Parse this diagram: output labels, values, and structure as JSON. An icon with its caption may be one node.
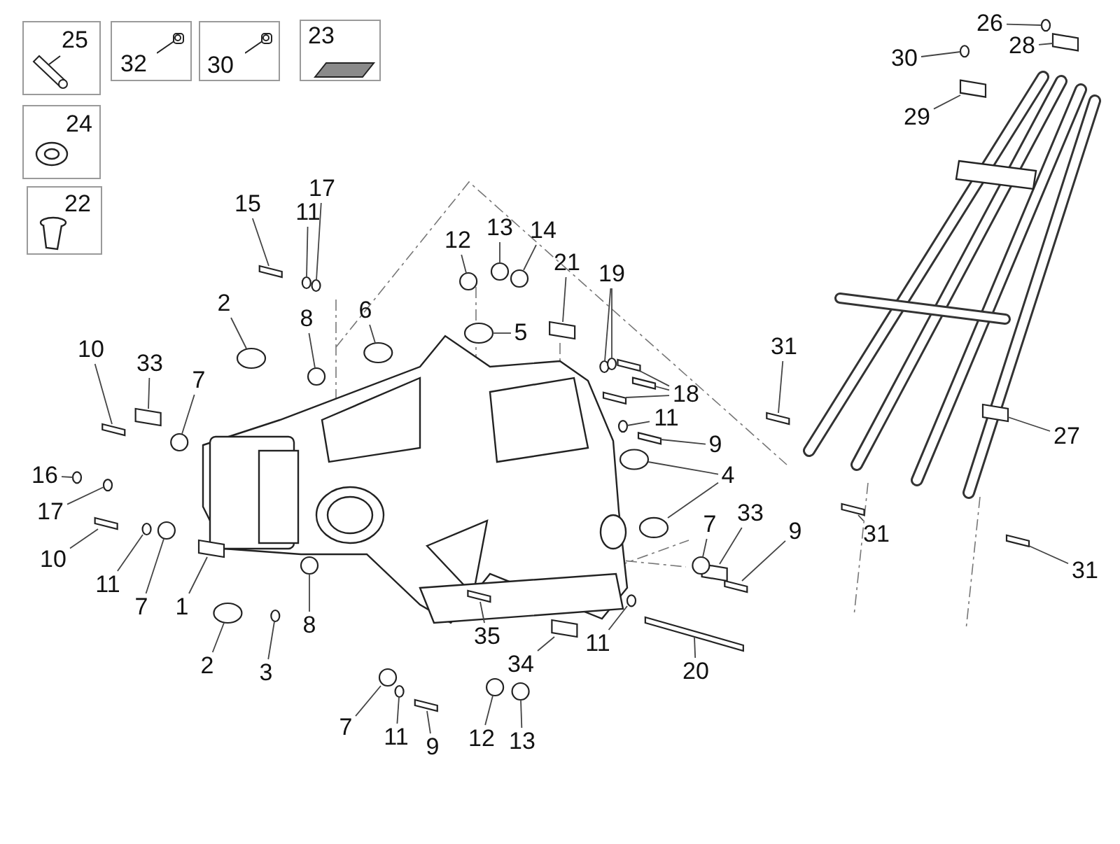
{
  "diagram": {
    "nodes": [
      {
        "text": [
          "25"
        ]
      },
      {
        "text": [
          "32"
        ]
      },
      {
        "text": [
          "30"
        ]
      },
      {
        "text": [
          "23"
        ]
      },
      {
        "text": [
          "24"
        ]
      },
      {
        "text": [
          "22"
        ]
      },
      {
        "text": [
          "26"
        ]
      },
      {
        "text": [
          "28"
        ]
      },
      {
        "text": [
          "30"
        ]
      },
      {
        "text": [
          "29"
        ]
      },
      {
        "text": [
          "17"
        ]
      },
      {
        "text": [
          "15"
        ]
      },
      {
        "text": [
          "11"
        ]
      },
      {
        "text": [
          "13"
        ]
      },
      {
        "text": [
          "14"
        ]
      },
      {
        "text": [
          "12"
        ]
      },
      {
        "text": [
          "21"
        ]
      },
      {
        "text": [
          "19"
        ]
      },
      {
        "text": [
          "2"
        ]
      },
      {
        "text": [
          "6"
        ]
      },
      {
        "text": [
          "8"
        ]
      },
      {
        "text": [
          "5"
        ]
      },
      {
        "text": [
          "31"
        ]
      },
      {
        "text": [
          "10"
        ]
      },
      {
        "text": [
          "33"
        ]
      },
      {
        "text": [
          "7"
        ]
      },
      {
        "text": [
          "18"
        ]
      },
      {
        "text": [
          "11"
        ]
      },
      {
        "text": [
          "27"
        ]
      },
      {
        "text": [
          "9"
        ]
      },
      {
        "text": [
          "16"
        ]
      },
      {
        "text": [
          "4"
        ]
      },
      {
        "text": [
          "17"
        ]
      },
      {
        "text": [
          "33"
        ]
      },
      {
        "text": [
          "7"
        ]
      },
      {
        "text": [
          "9"
        ]
      },
      {
        "text": [
          "31"
        ]
      },
      {
        "text": [
          "10"
        ]
      },
      {
        "text": [
          "31"
        ]
      },
      {
        "text": [
          "11"
        ]
      },
      {
        "text": [
          "7"
        ]
      },
      {
        "text": [
          "1"
        ]
      },
      {
        "text": [
          "8"
        ]
      },
      {
        "text": [
          "35"
        ]
      },
      {
        "text": [
          "11"
        ]
      },
      {
        "text": [
          "2"
        ]
      },
      {
        "text": [
          "34"
        ]
      },
      {
        "text": [
          "3"
        ]
      },
      {
        "text": [
          "20"
        ]
      },
      {
        "text": [
          "7"
        ]
      },
      {
        "text": [
          "11"
        ]
      },
      {
        "text": [
          "12"
        ]
      },
      {
        "text": [
          "13"
        ]
      },
      {
        "text": [
          "9"
        ]
      },
      {
        "text": [],
        "shape": "washer"
      },
      {
        "text": [],
        "shape": "plate"
      },
      {
        "text": [],
        "shape": "washer"
      },
      {
        "text": [],
        "shape": "plate"
      },
      {
        "text": [],
        "shape": "washer"
      },
      {
        "text": [],
        "shape": "bolt"
      },
      {
        "text": [],
        "shape": "washer"
      },
      {
        "text": [],
        "shape": "bushing"
      },
      {
        "text": [],
        "shape": "bushing"
      },
      {
        "text": [],
        "shape": "bushing"
      },
      {
        "text": [],
        "shape": "plate"
      },
      {
        "text": [],
        "shape": "washer"
      },
      {
        "text": [],
        "shape": "washer"
      },
      {
        "text": [],
        "shape": "ring"
      },
      {
        "text": [],
        "shape": "ring"
      },
      {
        "text": [],
        "shape": "bushing"
      },
      {
        "text": [],
        "shape": "ring"
      },
      {
        "text": [],
        "shape": "bolt"
      },
      {
        "text": [],
        "shape": "bolt"
      },
      {
        "text": [],
        "shape": "plate"
      },
      {
        "text": [],
        "shape": "bushing"
      },
      {
        "text": [],
        "shape": "bolt"
      },
      {
        "text": [],
        "shape": "bolt"
      },
      {
        "text": [],
        "shape": "bolt"
      },
      {
        "text": [],
        "shape": "washer"
      },
      {
        "text": [],
        "shape": "plate"
      },
      {
        "text": [],
        "shape": "bolt"
      },
      {
        "text": [],
        "shape": "washer"
      },
      {
        "text": [],
        "shape": "ring"
      },
      {
        "text": [],
        "shape": "ring"
      },
      {
        "text": [],
        "shape": "washer"
      },
      {
        "text": [],
        "shape": "plate"
      },
      {
        "text": [],
        "shape": "bushing"
      },
      {
        "text": [],
        "shape": "bolt"
      },
      {
        "text": [],
        "shape": "bolt"
      },
      {
        "text": [],
        "shape": "bolt"
      },
      {
        "text": [],
        "shape": "bolt"
      },
      {
        "text": [],
        "shape": "washer"
      },
      {
        "text": [],
        "shape": "bushing"
      },
      {
        "text": [],
        "shape": "plate"
      },
      {
        "text": [],
        "shape": "bushing"
      },
      {
        "text": [],
        "shape": "bolt"
      },
      {
        "text": [],
        "shape": "washer"
      },
      {
        "text": [],
        "shape": "ring"
      },
      {
        "text": [],
        "shape": "plate"
      },
      {
        "text": [],
        "shape": "washer"
      },
      {
        "text": [],
        "shape": "rod"
      },
      {
        "text": [],
        "shape": "bushing"
      },
      {
        "text": [],
        "shape": "washer"
      },
      {
        "text": [],
        "shape": "bushing"
      },
      {
        "text": [],
        "shape": "bushing"
      },
      {
        "text": [],
        "shape": "bolt"
      }
    ],
    "edges": [
      {
        "from": 6,
        "to": 54,
        "arrow": "none"
      },
      {
        "from": 7,
        "to": 55,
        "arrow": "none"
      },
      {
        "from": 8,
        "to": 56,
        "arrow": "none"
      },
      {
        "from": 9,
        "to": 57,
        "arrow": "none"
      },
      {
        "from": 10,
        "to": 58,
        "arrow": "none"
      },
      {
        "from": 11,
        "to": 59,
        "arrow": "none"
      },
      {
        "from": 12,
        "to": 60,
        "arrow": "none"
      },
      {
        "from": 13,
        "to": 61,
        "arrow": "none"
      },
      {
        "from": 14,
        "to": 62,
        "arrow": "none"
      },
      {
        "from": 15,
        "to": 63,
        "arrow": "none"
      },
      {
        "from": 16,
        "to": 64,
        "arrow": "none"
      },
      {
        "from": 17,
        "to": 65,
        "arrow": "none"
      },
      {
        "from": 17,
        "to": 66,
        "arrow": "none"
      },
      {
        "from": 18,
        "to": 67,
        "arrow": "none"
      },
      {
        "from": 19,
        "to": 68,
        "arrow": "none"
      },
      {
        "from": 20,
        "to": 69,
        "arrow": "none"
      },
      {
        "from": 21,
        "to": 70,
        "arrow": "none"
      },
      {
        "from": 22,
        "to": 71,
        "arrow": "none"
      },
      {
        "from": 23,
        "to": 72,
        "arrow": "none"
      },
      {
        "from": 24,
        "to": 73,
        "arrow": "none"
      },
      {
        "from": 25,
        "to": 74,
        "arrow": "none"
      },
      {
        "from": 26,
        "to": 75,
        "arrow": "none"
      },
      {
        "from": 26,
        "to": 76,
        "arrow": "none"
      },
      {
        "from": 26,
        "to": 77,
        "arrow": "none"
      },
      {
        "from": 27,
        "to": 78,
        "arrow": "none"
      },
      {
        "from": 28,
        "to": 79,
        "arrow": "none"
      },
      {
        "from": 29,
        "to": 80,
        "arrow": "none"
      },
      {
        "from": 30,
        "to": 81,
        "arrow": "none"
      },
      {
        "from": 31,
        "to": 82,
        "arrow": "none"
      },
      {
        "from": 31,
        "to": 83,
        "arrow": "none"
      },
      {
        "from": 32,
        "to": 84,
        "arrow": "none"
      },
      {
        "from": 33,
        "to": 85,
        "arrow": "none"
      },
      {
        "from": 34,
        "to": 86,
        "arrow": "none"
      },
      {
        "from": 35,
        "to": 87,
        "arrow": "none"
      },
      {
        "from": 36,
        "to": 88,
        "arrow": "none"
      },
      {
        "from": 37,
        "to": 89,
        "arrow": "none"
      },
      {
        "from": 38,
        "to": 90,
        "arrow": "none"
      },
      {
        "from": 39,
        "to": 91,
        "arrow": "none"
      },
      {
        "from": 40,
        "to": 92,
        "arrow": "none"
      },
      {
        "from": 41,
        "to": 93,
        "arrow": "none"
      },
      {
        "from": 42,
        "to": 94,
        "arrow": "none"
      },
      {
        "from": 43,
        "to": 95,
        "arrow": "none"
      },
      {
        "from": 44,
        "to": 96,
        "arrow": "none"
      },
      {
        "from": 45,
        "to": 97,
        "arrow": "none"
      },
      {
        "from": 46,
        "to": 98,
        "arrow": "none"
      },
      {
        "from": 47,
        "to": 99,
        "arrow": "none"
      },
      {
        "from": 48,
        "to": 100,
        "arrow": "none"
      },
      {
        "from": 49,
        "to": 101,
        "arrow": "none"
      },
      {
        "from": 50,
        "to": 102,
        "arrow": "none"
      },
      {
        "from": 51,
        "to": 103,
        "arrow": "none"
      },
      {
        "from": 52,
        "to": 104,
        "arrow": "none"
      },
      {
        "from": 53,
        "to": 105,
        "arrow": "none"
      }
    ]
  }
}
